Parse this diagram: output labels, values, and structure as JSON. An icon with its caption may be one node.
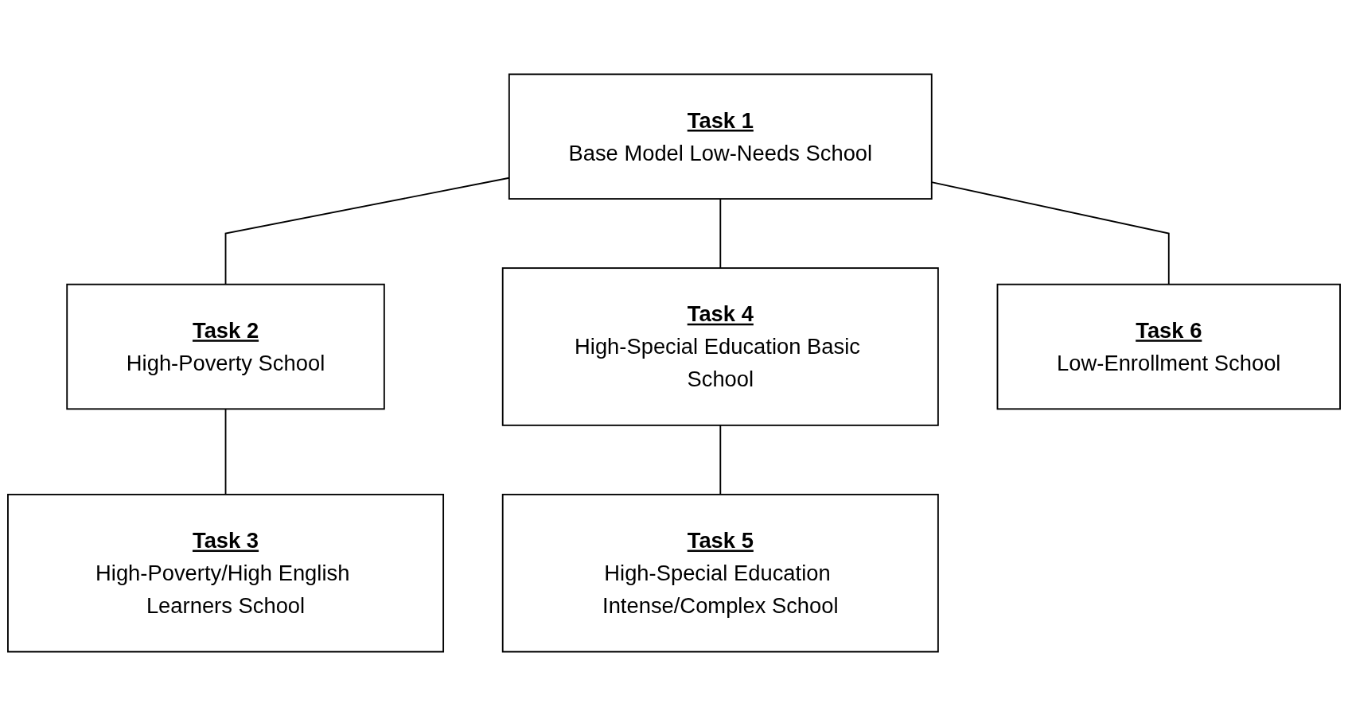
{
  "diagram": {
    "nodes": [
      {
        "text": [
          "Task 1",
          "Base Model Low-Needs School"
        ]
      },
      {
        "text": [
          "Task 2",
          "High-Poverty School"
        ]
      },
      {
        "text": [
          "Task 4",
          "High-Special Education Basic School"
        ]
      },
      {
        "text": [
          "Task 6",
          "Low-Enrollment School"
        ]
      },
      {
        "text": [
          "Task 3",
          "High-Poverty/High English Learners School"
        ]
      },
      {
        "text": [
          "Task 5",
          "High-Special Education Intense/Complex School"
        ]
      }
    ],
    "edges": [
      {
        "from": 0,
        "to": 1,
        "arrow": "none"
      },
      {
        "from": 0,
        "to": 2,
        "arrow": "none"
      },
      {
        "from": 0,
        "to": 3,
        "arrow": "none"
      },
      {
        "from": 1,
        "to": 4,
        "arrow": "none"
      },
      {
        "from": 2,
        "to": 5,
        "arrow": "none"
      }
    ]
  }
}
